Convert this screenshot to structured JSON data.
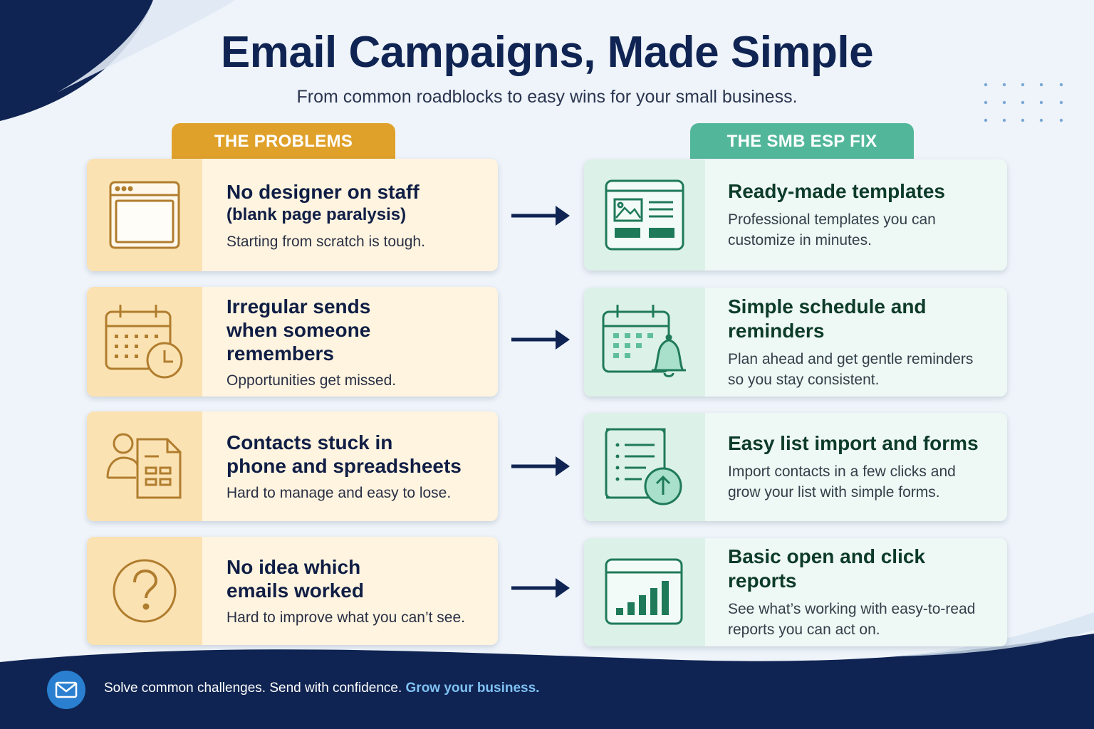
{
  "title": "Email Campaigns, Made Simple",
  "subtitle": "From common roadblocks to easy wins for your small business.",
  "columns": {
    "problems_label": "THE PROBLEMS",
    "fixes_label": "THE SMB ESP FIX"
  },
  "problems": [
    {
      "icon": "browser-window-icon",
      "heading": "No designer on staff",
      "heading2": "(blank page paralysis)",
      "desc": "Starting from scratch is tough."
    },
    {
      "icon": "calendar-clock-icon",
      "heading": "Irregular sends",
      "heading2": "when someone remembers",
      "desc": "Opportunities get missed."
    },
    {
      "icon": "contact-sheet-icon",
      "heading": "Contacts stuck in",
      "heading2": "phone and spreadsheets",
      "desc": "Hard to manage and easy to lose."
    },
    {
      "icon": "question-mark-icon",
      "heading": "No idea which",
      "heading2": "emails worked",
      "desc": "Hard to improve what you can’t see."
    }
  ],
  "fixes": [
    {
      "icon": "template-layout-icon",
      "heading": "Ready-made templates",
      "desc1": "Professional templates you can",
      "desc2": "customize in minutes."
    },
    {
      "icon": "calendar-bell-icon",
      "heading": "Simple schedule and reminders",
      "desc1": "Plan ahead and get gentle reminders",
      "desc2": "so you stay consistent."
    },
    {
      "icon": "list-upload-icon",
      "heading": "Easy list import and forms",
      "desc1": "Import contacts in a few clicks and",
      "desc2": "grow your list with simple forms."
    },
    {
      "icon": "bar-chart-icon",
      "heading": "Basic open and click reports",
      "desc1": "See what’s working with easy-to-read",
      "desc2": "reports you can act on."
    }
  ],
  "footer": {
    "icon": "envelope-icon",
    "text": "Solve common challenges. Send with confidence.",
    "accent": "Grow your business."
  },
  "colors": {
    "navy": "#0f2452",
    "problem_accent": "#e0a12a",
    "fix_accent": "#52b79a",
    "problem_icon_stroke": "#b07d2e",
    "fix_icon_stroke": "#1f7a5a"
  }
}
